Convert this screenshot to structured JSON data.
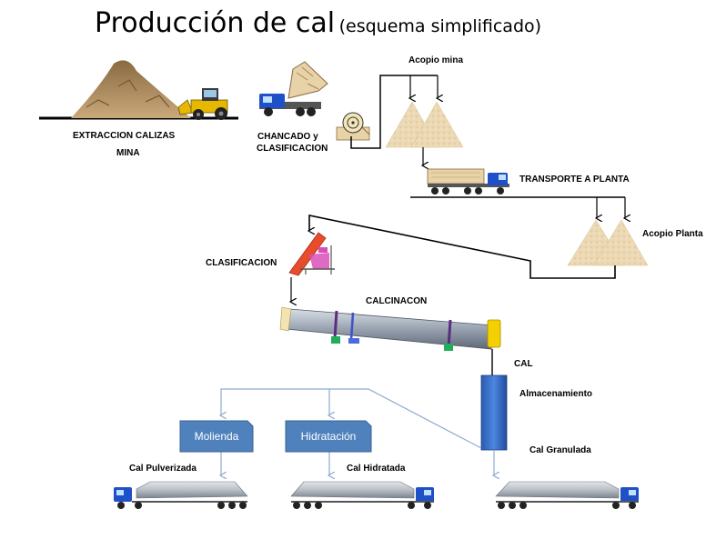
{
  "title": {
    "main": "Producción de cal",
    "sub": "(esquema simplificado)"
  },
  "labels": {
    "extraccion_line1": "EXTRACCION CALIZAS",
    "extraccion_line2": "MINA",
    "chancado_line1": "CHANCADO y",
    "chancado_line2": "CLASIFICACION",
    "acopio_mina": "Acopio mina",
    "transporte": "TRANSPORTE A PLANTA",
    "acopio_planta": "Acopio Planta",
    "clasificacion": "CLASIFICACION",
    "calcinacion": "CALCINACON",
    "cal": "CAL",
    "almacenamiento": "Almacenamiento",
    "cal_granulada": "Cal Granulada",
    "cal_pulverizada": "Cal Pulverizada",
    "cal_hidratada": "Cal Hidratada"
  },
  "boxes": {
    "molienda": "Molienda",
    "hidratacion": "Hidratación"
  },
  "colors": {
    "box_fill": "#4f81bd",
    "flow_line": "#8eaad2",
    "silo": "#3b70c4",
    "kiln": "#9ea8b5",
    "sand": "#e8d2a8",
    "truck_blue": "#1e50c8",
    "loader_yellow": "#e6b800",
    "screen_red": "#e74c2b",
    "ground": "#000000"
  }
}
